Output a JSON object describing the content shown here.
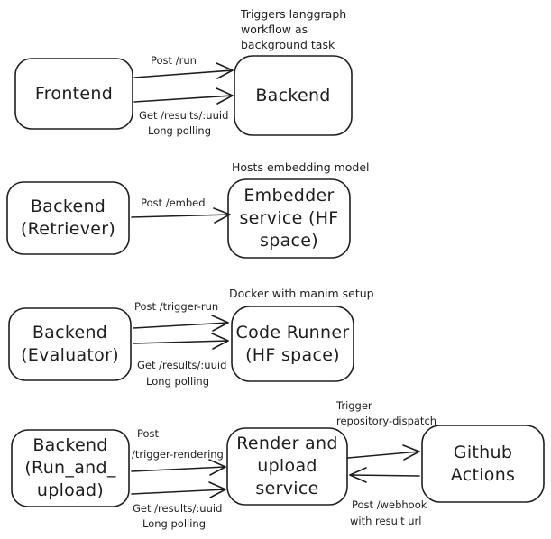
{
  "colors": {
    "stroke": "#1e1e1e",
    "background": "#ffffff"
  },
  "nodes": [
    {
      "id": "frontend",
      "lines": [
        "Frontend"
      ]
    },
    {
      "id": "backend",
      "lines": [
        "Backend"
      ]
    },
    {
      "id": "backend-retriever",
      "lines": [
        "Backend",
        "(Retriever)"
      ]
    },
    {
      "id": "embedder-service",
      "lines": [
        "Embedder",
        "service (HF",
        "space)"
      ]
    },
    {
      "id": "backend-evaluator",
      "lines": [
        "Backend",
        "(Evaluator)"
      ]
    },
    {
      "id": "code-runner",
      "lines": [
        "Code Runner",
        "(HF space)"
      ]
    },
    {
      "id": "backend-run-and-upload",
      "lines": [
        "Backend",
        "(Run_and_",
        "upload)"
      ]
    },
    {
      "id": "render-upload-service",
      "lines": [
        "Render and",
        "upload",
        "service"
      ]
    },
    {
      "id": "github-actions",
      "lines": [
        "Github",
        "Actions"
      ]
    }
  ],
  "edge_labels": {
    "frontend_backend_post": "Post /run",
    "frontend_backend_get": "Get /results/:uuid",
    "frontend_backend_polling": "Long polling",
    "retriever_embedder_post": "Post /embed",
    "evaluator_runner_post": "Post /trigger-run",
    "evaluator_runner_get": "Get /results/:uuid",
    "evaluator_runner_polling": "Long polling",
    "runupload_render_post_line1": "Post",
    "runupload_render_post_line2": "/trigger-rendering",
    "runupload_render_get": "Get /results/:uuid",
    "runupload_render_polling": "Long polling",
    "render_github_trigger_line1": "Trigger",
    "render_github_trigger_line2": "repository-dispatch",
    "github_render_webhook_line1": "Post /webhook",
    "github_render_webhook_line2": "with result url"
  },
  "annotations": {
    "backend_note": [
      "Triggers langgraph",
      "workflow as",
      "background task"
    ],
    "embedder_note": "Hosts embedding model",
    "code_runner_note": "Docker with manim setup"
  }
}
